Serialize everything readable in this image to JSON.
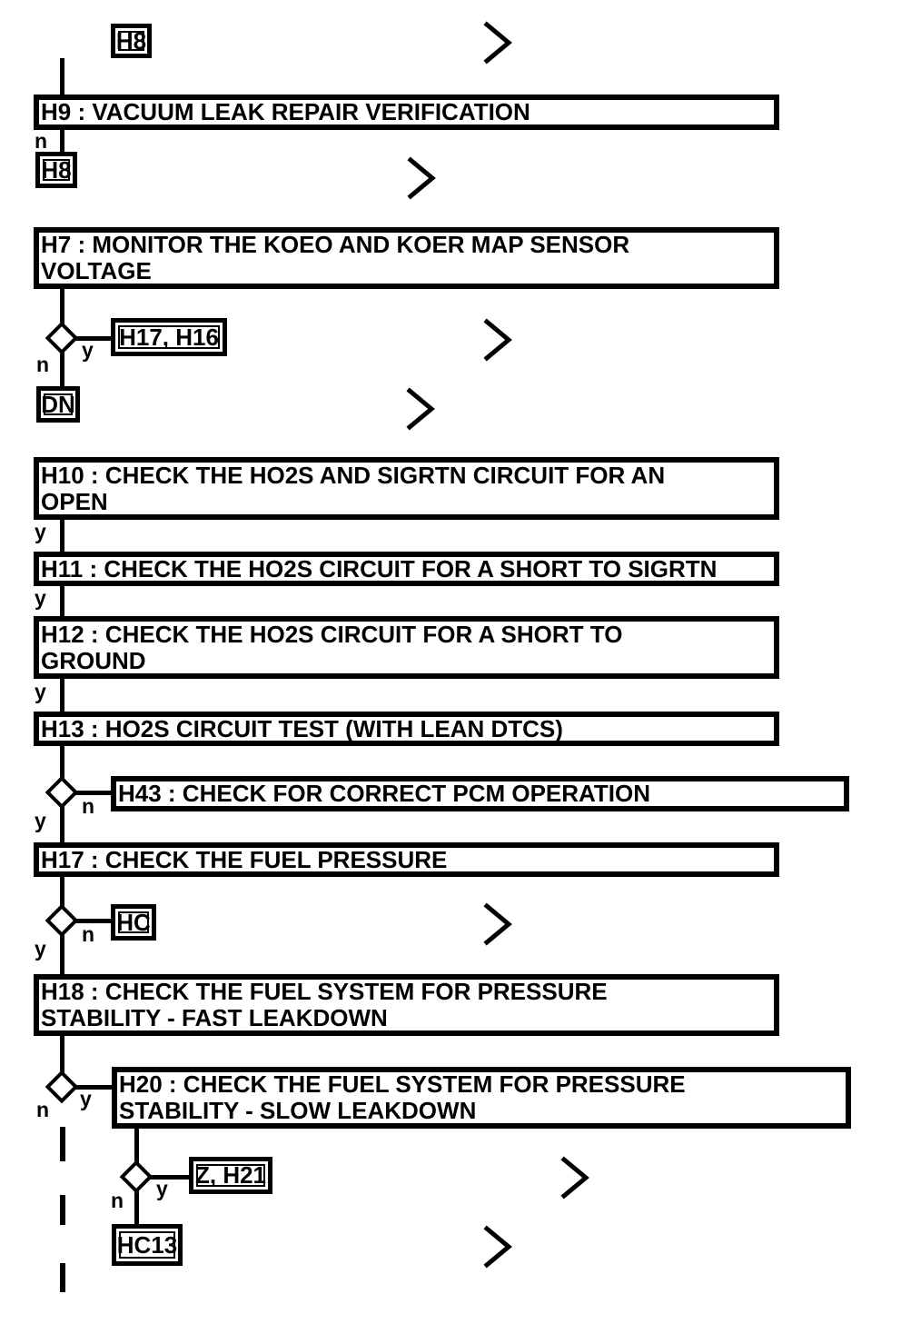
{
  "flowchart": {
    "title": "diagnostic pinpoint test flowchart",
    "colors": {
      "line": "#000000",
      "background": "#ffffff"
    },
    "connector_labels": {
      "yes": "y",
      "no": "n"
    },
    "steps": {
      "h8_top": {
        "label": "H8"
      },
      "h9": {
        "lines": [
          "H9 : VACUUM LEAK REPAIR VERIFICATION"
        ]
      },
      "h8_return": {
        "label": "H8"
      },
      "h7": {
        "lines": [
          "H7 : MONITOR THE KOEO AND KOER MAP SENSOR",
          "VOLTAGE"
        ]
      },
      "h17_h16": {
        "label": "H17, H16"
      },
      "dn": {
        "label": "DN"
      },
      "h10": {
        "lines": [
          "H10 : CHECK THE HO2S AND SIGRTN CIRCUIT FOR AN",
          "OPEN"
        ]
      },
      "h11": {
        "lines": [
          "H11 : CHECK THE HO2S CIRCUIT FOR A SHORT TO SIGRTN"
        ]
      },
      "h12": {
        "lines": [
          "H12 : CHECK THE HO2S CIRCUIT FOR A SHORT TO",
          "GROUND"
        ]
      },
      "h13": {
        "lines": [
          "H13 : HO2S CIRCUIT TEST (WITH LEAN DTCS)"
        ]
      },
      "h43": {
        "lines": [
          "H43 : CHECK FOR CORRECT PCM OPERATION"
        ]
      },
      "h17": {
        "lines": [
          "H17 : CHECK THE FUEL PRESSURE"
        ]
      },
      "hc": {
        "label": "HC"
      },
      "h18": {
        "lines": [
          "H18 : CHECK THE FUEL SYSTEM FOR PRESSURE",
          "STABILITY - FAST LEAKDOWN"
        ]
      },
      "h20": {
        "lines": [
          "H20 : CHECK THE FUEL SYSTEM FOR PRESSURE",
          "STABILITY - SLOW LEAKDOWN"
        ]
      },
      "z_h21": {
        "label": "Z, H21"
      },
      "hc13": {
        "label": "HC13"
      }
    }
  }
}
